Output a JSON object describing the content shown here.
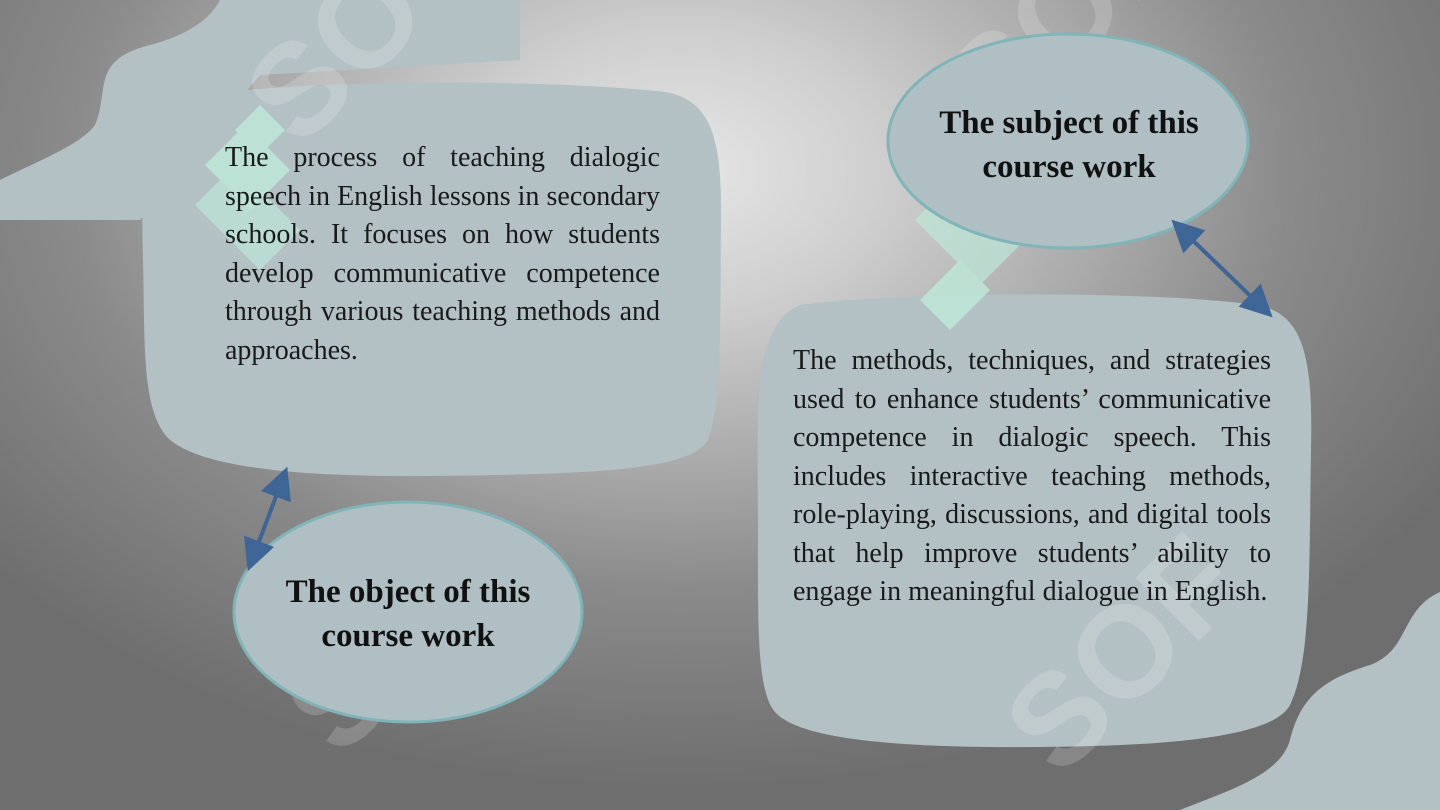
{
  "object": {
    "label": "The object of this course work",
    "description": "The process of teaching dialogic speech in English lessons in secondary schools. It focuses on how students develop communicative competence through various teaching methods and approaches."
  },
  "subject": {
    "label": "The subject of this course work",
    "description": "The methods, techniques, and strategies used to enhance students’ communicative competence in dialogic speech. This includes interactive teaching methods, role-playing, discussions, and digital tools that help improve students’ ability to engage in meaningful dialogue in English."
  },
  "watermark": "SOFT",
  "colors": {
    "bubble": "#b3c0c4",
    "oval_fill": "#b0bfc3",
    "oval_stroke": "#7fb5b8",
    "arrow": "#3d6596",
    "logo_mint": "#bde8d8"
  }
}
